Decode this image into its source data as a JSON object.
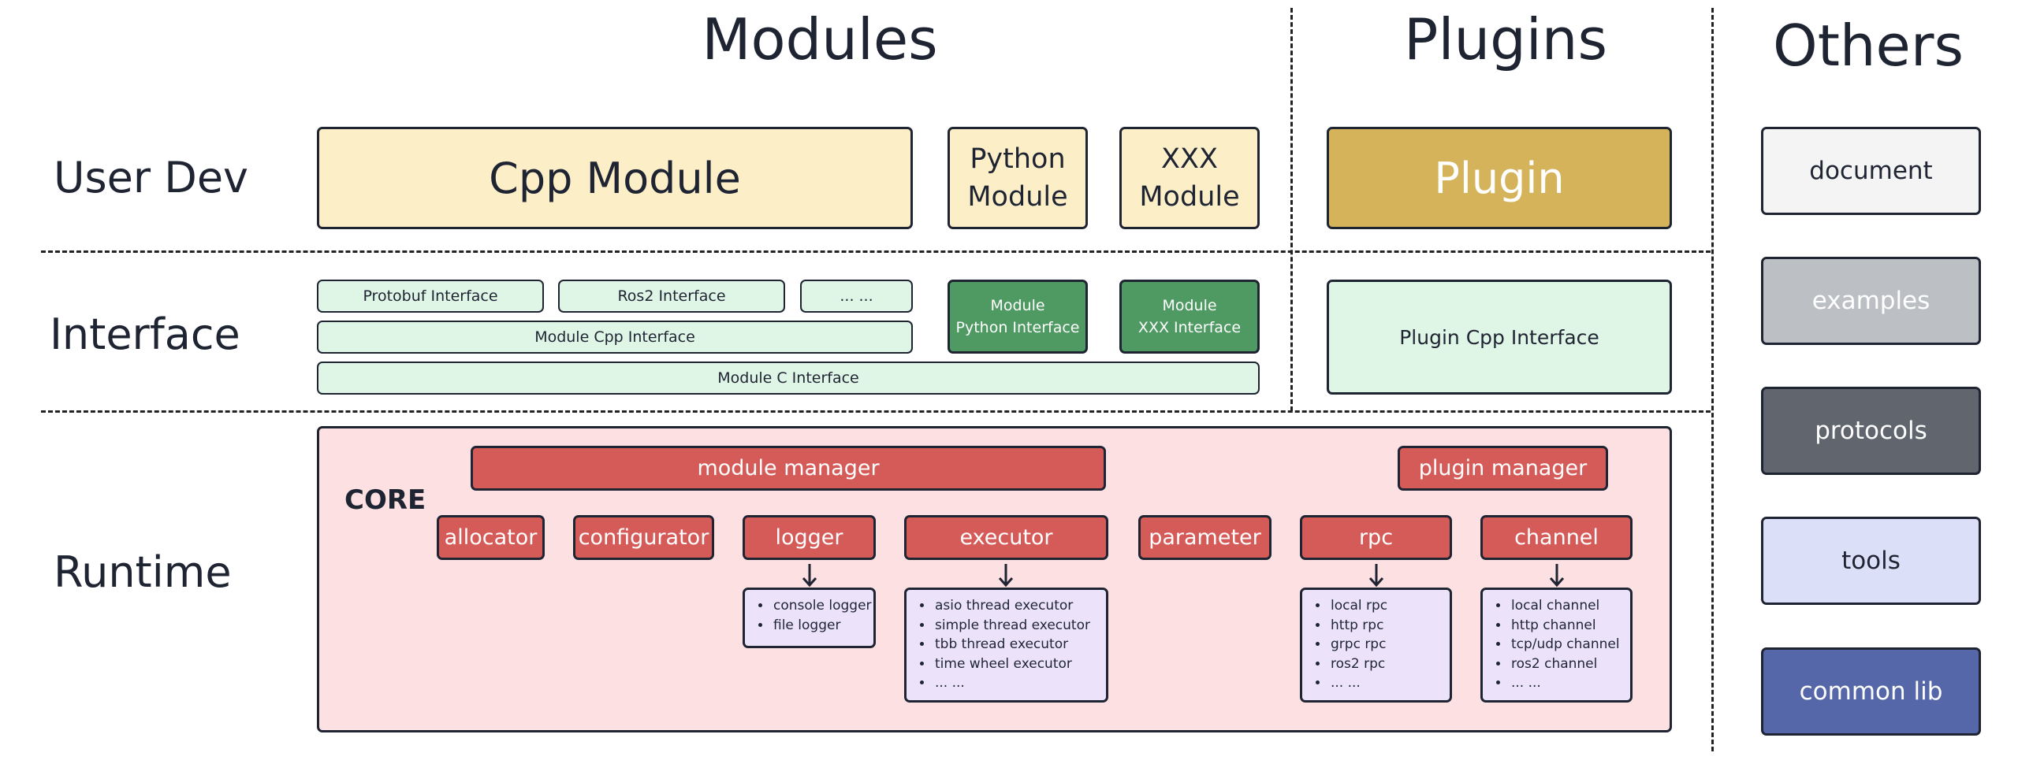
{
  "headers": {
    "modules": "Modules",
    "plugins": "Plugins",
    "others": "Others"
  },
  "rows": {
    "user_dev": "User Dev",
    "interface": "Interface",
    "runtime": "Runtime"
  },
  "user_dev": {
    "cpp_module": "Cpp Module",
    "python_module": "Python\nModule",
    "xxx_module": "XXX\nModule",
    "plugin": "Plugin"
  },
  "interface": {
    "protobuf": "Protobuf Interface",
    "ros2": "Ros2 Interface",
    "ellipsis": "... ...",
    "module_cpp": "Module Cpp Interface",
    "module_c": "Module C Interface",
    "module_python": "Module\nPython Interface",
    "module_xxx": "Module\nXXX Interface",
    "plugin_cpp": "Plugin Cpp Interface"
  },
  "runtime": {
    "core_label": "CORE",
    "module_manager": "module manager",
    "plugin_manager": "plugin manager",
    "allocator": "allocator",
    "configurator": "configurator",
    "logger": "logger",
    "executor": "executor",
    "parameter": "parameter",
    "rpc": "rpc",
    "channel": "channel",
    "logger_items": [
      "console logger",
      "file logger"
    ],
    "executor_items": [
      "asio thread executor",
      "simple thread executor",
      "tbb thread executor",
      "time wheel executor",
      "... ..."
    ],
    "rpc_items": [
      "local rpc",
      "http rpc",
      "grpc rpc",
      "ros2 rpc",
      "... ..."
    ],
    "channel_items": [
      "local channel",
      "http channel",
      "tcp/udp channel",
      "ros2 channel",
      "... ..."
    ]
  },
  "others": {
    "document": "document",
    "examples": "examples",
    "protocols": "protocols",
    "tools": "tools",
    "common_lib": "common lib"
  },
  "colors": {
    "user_module_fill": "#fcefc8",
    "plugin_fill": "#d4b35a",
    "interface_fill": "#dff5e6",
    "interface_dark_fill": "#4e9a62",
    "core_fill": "#fde1e2",
    "core_item_fill": "#d55b59",
    "list_fill": "#ece3fb",
    "document_fill": "#f4f4f4",
    "examples_fill": "#bcbfc4",
    "protocols_fill": "#60656e",
    "tools_fill": "#dcdff8",
    "common_lib_fill": "#5567a8"
  }
}
